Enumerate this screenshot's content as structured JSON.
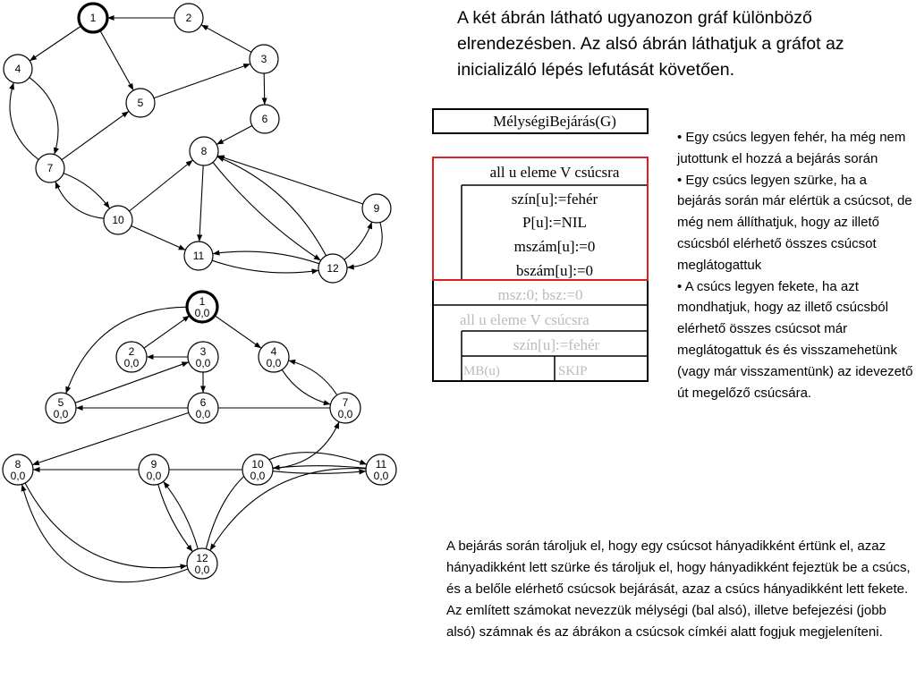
{
  "title_text": "A két ábrán látható ugyanozon gráf  különböző elrendezésben.  Az alsó ábrán láthatjuk a gráfot az inicializáló lépés lefutását követően.",
  "algorithm": {
    "header": "MélységiBejárás(G)",
    "loop1": "all u eleme V csúcsra",
    "init_lines": [
      "szín[u]:=fehér",
      "P[u]:=NIL",
      "mszám[u]:=0",
      "bszám[u]:=0"
    ],
    "counters": "msz:0; bsz:=0",
    "loop2": "all u eleme V csúcsra",
    "condition": "szín[u]:=fehér",
    "branch_true": "MB(u)",
    "branch_false": "SKIP",
    "highlight_color": "#e02020"
  },
  "bullets": [
    "• Egy csúcs legyen fehér, ha még nem jutottunk el hozzá a bejárás során",
    "• Egy csúcs legyen szürke, ha a bejárás során már elértük a csúcsot, de még nem állíthatjuk, hogy az illető csúcsból elérhető összes csúcsot meglátogattuk",
    "• A csúcs legyen fekete, ha azt mondhatjuk, hogy az illető csúcsból elérhető összes csúcsot már meglátogattuk és és visszamehetünk (vagy már visszamentünk) az idevezető út megelőző csúcsára."
  ],
  "bottom_paragraph": "A bejárás során tároljuk el, hogy egy csúcsot hányadikként értünk el, azaz hányadikként lett szürke és tároljuk el, hogy hányadikként fejeztük be a csúcs, és a belőle elérhető csúcsok bejárását, azaz a csúcs hányadikként lett fekete. Az említett számokat nevezzük mélységi (bal alsó), illetve befejezési (jobb alsó) számnak és az ábrákon a csúcsok címkéi alatt fogjuk megjeleníteni.",
  "graph_top": {
    "start_node": "1",
    "nodes": [
      {
        "id": "1",
        "label": "1"
      },
      {
        "id": "2",
        "label": "2"
      },
      {
        "id": "3",
        "label": "3"
      },
      {
        "id": "4",
        "label": "4"
      },
      {
        "id": "5",
        "label": "5"
      },
      {
        "id": "6",
        "label": "6"
      },
      {
        "id": "7",
        "label": "7"
      },
      {
        "id": "8",
        "label": "8"
      },
      {
        "id": "9",
        "label": "9"
      },
      {
        "id": "10",
        "label": "10"
      },
      {
        "id": "11",
        "label": "11"
      },
      {
        "id": "12",
        "label": "12"
      }
    ]
  },
  "graph_bottom": {
    "start_node": "1",
    "nodes": [
      {
        "id": "1",
        "label": "1",
        "values": "0,0"
      },
      {
        "id": "2",
        "label": "2",
        "values": "0,0"
      },
      {
        "id": "3",
        "label": "3",
        "values": "0,0"
      },
      {
        "id": "4",
        "label": "4",
        "values": "0,0"
      },
      {
        "id": "5",
        "label": "5",
        "values": "0,0"
      },
      {
        "id": "6",
        "label": "6",
        "values": "0,0"
      },
      {
        "id": "7",
        "label": "7",
        "values": "0,0"
      },
      {
        "id": "8",
        "label": "8",
        "values": "0,0"
      },
      {
        "id": "9",
        "label": "9",
        "values": "0,0"
      },
      {
        "id": "10",
        "label": "10",
        "values": "0,0"
      },
      {
        "id": "11",
        "label": "11",
        "values": "0,0"
      },
      {
        "id": "12",
        "label": "12",
        "values": "0,0"
      }
    ]
  }
}
